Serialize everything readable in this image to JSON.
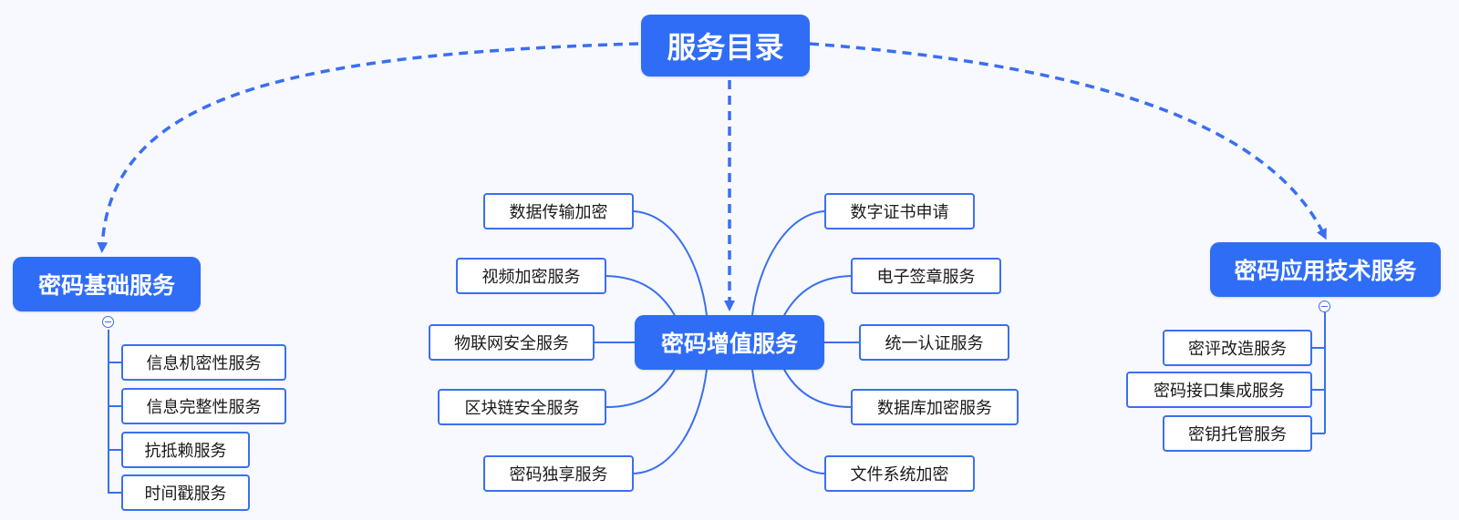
{
  "root": {
    "label": "服务目录"
  },
  "branches": {
    "basic": {
      "label": "密码基础服务",
      "items": [
        "信息机密性服务",
        "信息完整性服务",
        "抗抵赖服务",
        "时间戳服务"
      ]
    },
    "value_added": {
      "label": "密码增值服务",
      "left_items": [
        "数据传输加密",
        "视频加密服务",
        "物联网安全服务",
        "区块链安全服务",
        "密码独享服务"
      ],
      "right_items": [
        "数字证书申请",
        "电子签章服务",
        "统一认证服务",
        "数据库加密服务",
        "文件系统加密"
      ]
    },
    "app_tech": {
      "label": "密码应用技术服务",
      "items": [
        "密评改造服务",
        "密码接口集成服务",
        "密钥托管服务"
      ]
    }
  },
  "colors": {
    "accent": "#2f6df6",
    "line": "#3a6ff0",
    "background": "#f7f9ff"
  },
  "icons": {
    "collapse": "collapse-minus-icon"
  }
}
